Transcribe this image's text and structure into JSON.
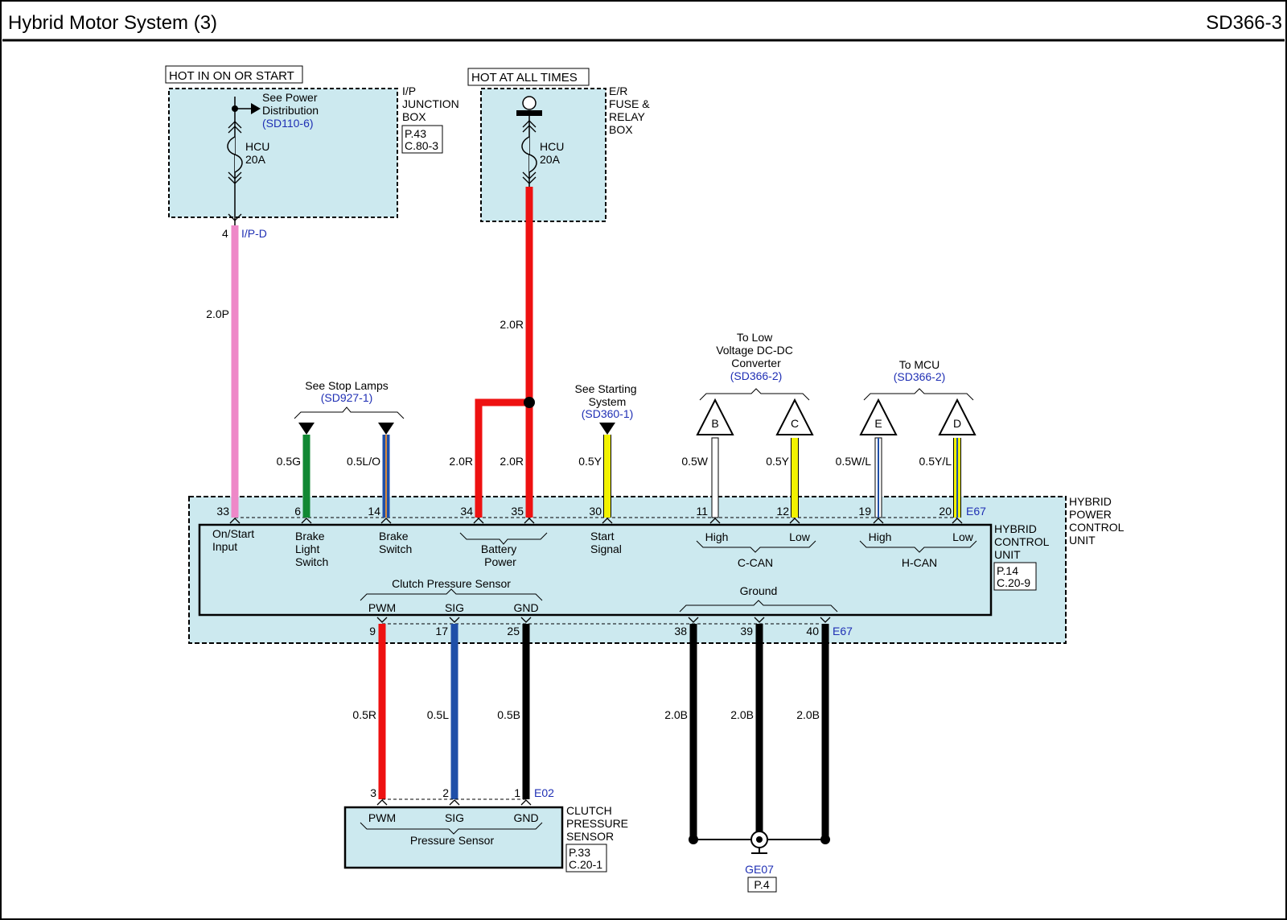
{
  "header": {
    "title": "Hybrid Motor System (3)",
    "page_code": "SD366-3"
  },
  "power": {
    "ip_box": {
      "hot_label": "HOT IN ON OR START",
      "name_lines": [
        "I/P",
        "JUNCTION",
        "BOX"
      ],
      "page_ref": "P.43",
      "conn_ref": "C.80-3",
      "see_lines": [
        "See Power",
        "Distribution"
      ],
      "see_ref": "(SD110-6)",
      "fuse_name": "HCU",
      "fuse_rating": "20A",
      "pin": "4",
      "connector": "I/P-D"
    },
    "er_box": {
      "hot_label": "HOT AT ALL TIMES",
      "name_lines": [
        "E/R",
        "FUSE &",
        "RELAY",
        "BOX"
      ],
      "fuse_name": "HCU",
      "fuse_rating": "20A"
    }
  },
  "refs": {
    "stop_lamps": {
      "label": "See Stop Lamps",
      "ref": "(SD927-1)"
    },
    "starting": {
      "lines": [
        "See Starting",
        "System"
      ],
      "ref": "(SD360-1)"
    },
    "dcdc": {
      "lines": [
        "To Low",
        "Voltage DC-DC",
        "Converter"
      ],
      "ref": "(SD366-2)"
    },
    "mcu": {
      "label": "To MCU",
      "ref": "(SD366-2)"
    }
  },
  "offpage": [
    "B",
    "C",
    "E",
    "D"
  ],
  "wires": {
    "pink": "2.0P",
    "red_main": "2.0R",
    "green": "0.5G",
    "blue_lo": "0.5L/O",
    "red_34": "2.0R",
    "red_35": "2.0R",
    "yellow": "0.5Y",
    "white": "0.5W",
    "ccan_low": "0.5Y",
    "hcan_high": "0.5W/L",
    "hcan_low": "0.5Y/L",
    "pwm": "0.5R",
    "sig": "0.5L",
    "gnd": "0.5B",
    "ground": [
      "2.0B",
      "2.0B",
      "2.0B"
    ]
  },
  "colors": {
    "pink": "#ee88c8",
    "red": "#ee1111",
    "green": "#118833",
    "blue": "#1f4fa8",
    "yellow": "#f2f200",
    "black": "#000000",
    "box_fill": "#cce9ef"
  },
  "hpcu": {
    "name_lines": [
      "HYBRID",
      "POWER",
      "CONTROL",
      "UNIT"
    ],
    "top_pins": [
      "33",
      "6",
      "14",
      "34",
      "35",
      "30",
      "11",
      "12",
      "19",
      "20"
    ],
    "top_connector": "E67",
    "bottom_pins": [
      "9",
      "17",
      "25",
      "38",
      "39",
      "40"
    ],
    "bottom_connector": "E67"
  },
  "hcu": {
    "name_lines": [
      "HYBRID",
      "CONTROL",
      "UNIT"
    ],
    "page_ref": "P.14",
    "conn_ref": "C.20-9",
    "labels": {
      "on_start": [
        "On/Start",
        "Input"
      ],
      "brake_light": [
        "Brake",
        "Light",
        "Switch"
      ],
      "brake_switch": [
        "Brake",
        "Switch"
      ],
      "battery": [
        "Battery",
        "Power"
      ],
      "start_signal": [
        "Start",
        "Signal"
      ],
      "ccan_high": "High",
      "ccan_low": "Low",
      "ccan": "C-CAN",
      "hcan_high": "High",
      "hcan_low": "Low",
      "hcan": "H-CAN",
      "clutch_group": "Clutch Pressure Sensor",
      "pwm": "PWM",
      "sig": "SIG",
      "gnd": "GND",
      "ground": "Ground"
    }
  },
  "clutch_sensor": {
    "pins": [
      "3",
      "2",
      "1"
    ],
    "connector": "E02",
    "pwm": "PWM",
    "sig": "SIG",
    "gnd": "GND",
    "label": "Pressure Sensor",
    "name_lines": [
      "CLUTCH",
      "PRESSURE",
      "SENSOR"
    ],
    "page_ref": "P.33",
    "conn_ref": "C.20-1"
  },
  "ground_point": {
    "id": "GE07",
    "page_ref": "P.4"
  }
}
